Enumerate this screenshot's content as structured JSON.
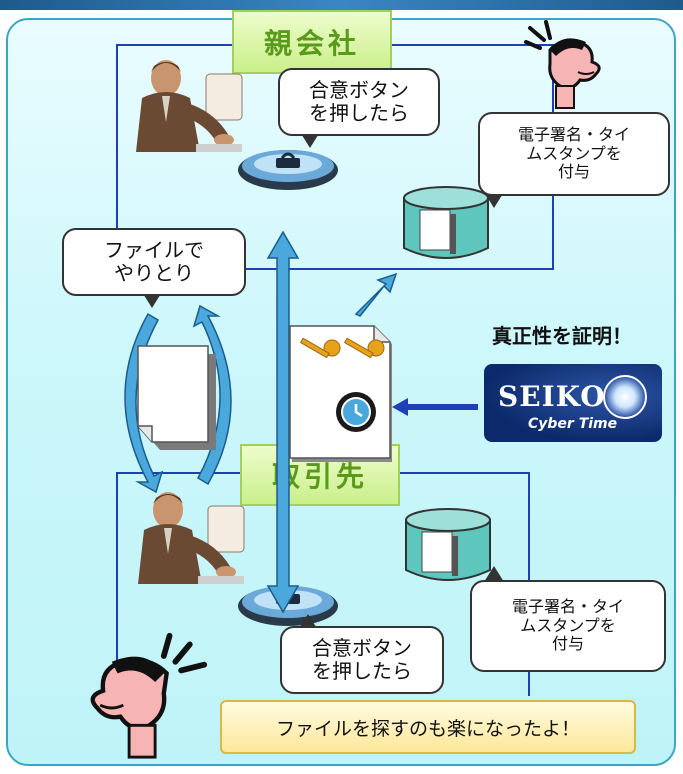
{
  "parent_company": {
    "label": "親会社"
  },
  "partner": {
    "label": "取引先"
  },
  "bubbles": {
    "agree_top": "合意ボタン\nを押したら",
    "stamp_top": "電子署名・タイ\nムスタンプを\n付与",
    "file_exchange": "ファイルで\nやりとり",
    "agree_bottom": "合意ボタン\nを押したら",
    "stamp_bottom": "電子署名・タイ\nムスタンプを\n付与"
  },
  "proof_text": "真正性を証明！",
  "seiko_logo": {
    "name": "SEIKO",
    "subtitle": "Cyber Time"
  },
  "note": "ファイルを探すのも楽になったよ！",
  "colors": {
    "frame_line": "#1f3fb8",
    "arrow_blue": "#4aa8dc",
    "label_green": "#5a9a1a",
    "seiko_navy": "#0c2a6b"
  }
}
